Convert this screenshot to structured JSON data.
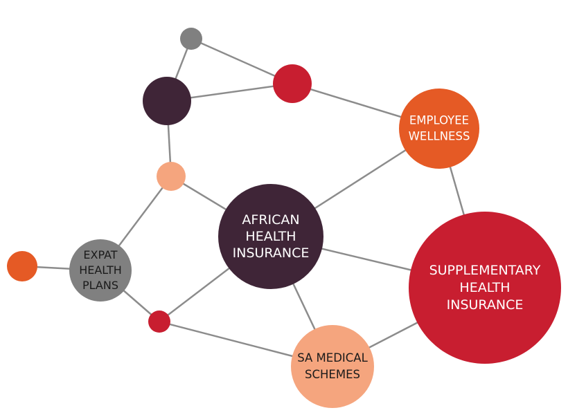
{
  "colors": {
    "edge": "#8c8c8c",
    "dark_plum": "#3f2537",
    "crimson": "#c81e30",
    "orange": "#e55a25",
    "peach": "#f5a57e",
    "gray": "#808080",
    "label_light": "#ffffff",
    "label_dark": "#1a1a1a"
  },
  "nodes": {
    "top_gray": {
      "fill": "gray",
      "lines": []
    },
    "top_red": {
      "fill": "crimson",
      "lines": []
    },
    "top_plum": {
      "fill": "dark_plum",
      "lines": []
    },
    "employee_wellness": {
      "fill": "orange",
      "label_color": "label_light",
      "lines": [
        "EMPLOYEE",
        "WELLNESS"
      ]
    },
    "small_peach": {
      "fill": "peach",
      "lines": []
    },
    "african_health": {
      "fill": "dark_plum",
      "label_color": "label_light",
      "lines": [
        "AFRICAN",
        "HEALTH",
        "INSURANCE"
      ]
    },
    "left_orange": {
      "fill": "orange",
      "lines": []
    },
    "expat_health": {
      "fill": "gray",
      "label_color": "label_dark",
      "lines": [
        "EXPAT",
        "HEALTH",
        "PLANS"
      ]
    },
    "small_red": {
      "fill": "crimson",
      "lines": []
    },
    "supplementary_health": {
      "fill": "crimson",
      "label_color": "label_light",
      "lines": [
        "SUPPLEMENTARY",
        "HEALTH",
        "INSURANCE"
      ]
    },
    "sa_medical": {
      "fill": "peach",
      "label_color": "label_dark",
      "lines": [
        "SA MEDICAL",
        "SCHEMES"
      ]
    }
  },
  "edges": [
    [
      "top_gray",
      "top_red"
    ],
    [
      "top_gray",
      "top_plum"
    ],
    [
      "top_plum",
      "top_red"
    ],
    [
      "top_red",
      "employee_wellness"
    ],
    [
      "top_plum",
      "small_peach"
    ],
    [
      "small_peach",
      "african_health"
    ],
    [
      "small_peach",
      "expat_health"
    ],
    [
      "left_orange",
      "expat_health"
    ],
    [
      "expat_health",
      "small_red"
    ],
    [
      "small_red",
      "african_health"
    ],
    [
      "small_red",
      "sa_medical"
    ],
    [
      "african_health",
      "employee_wellness"
    ],
    [
      "african_health",
      "supplementary_health"
    ],
    [
      "african_health",
      "sa_medical"
    ],
    [
      "employee_wellness",
      "supplementary_health"
    ],
    [
      "sa_medical",
      "supplementary_health"
    ]
  ]
}
